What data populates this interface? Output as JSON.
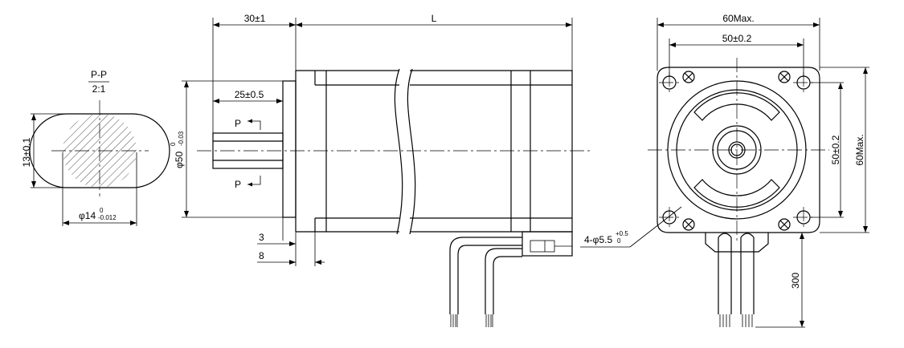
{
  "section": {
    "title": "P-P",
    "scale": "2:1",
    "flat_dim": "13±0.1",
    "dia_main": "φ14",
    "dia_tol_upper": "0",
    "dia_tol_lower": "-0.012"
  },
  "side": {
    "shaft_len": "30±1",
    "total_len": "L",
    "flat_len": "25±0.5",
    "pilot_dia": "φ50",
    "pilot_tol_upper": "0",
    "pilot_tol_lower": "-0.03",
    "dim_3": "3",
    "dim_8": "8",
    "section_mark_top": "P",
    "section_mark_bottom": "P"
  },
  "front": {
    "width_max": "60Max.",
    "hole_spacing_h": "50±0.2",
    "hole_spacing_v": "50±0.2",
    "height_max": "60Max.",
    "holes_main": "4-φ5.5",
    "holes_tol_upper": "+0.5",
    "holes_tol_lower": "0",
    "cable_len": "300"
  }
}
